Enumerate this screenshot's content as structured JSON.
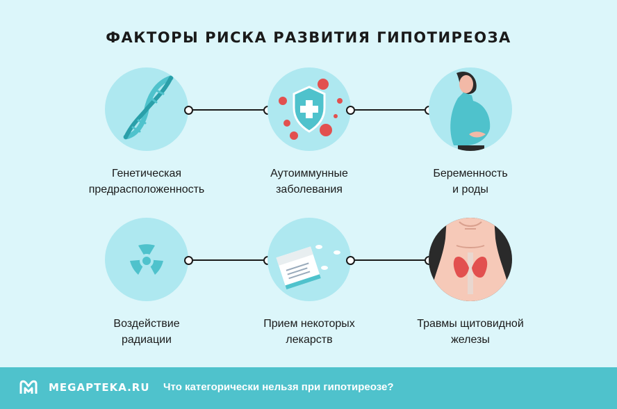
{
  "title": "ФАКТОРЫ РИСКА РАЗВИТИЯ ГИПОТИРЕОЗА",
  "factors": [
    {
      "line1": "Генетическая",
      "line2": "предрасположенность",
      "icon": "dna-icon"
    },
    {
      "line1": "Аутоиммунные",
      "line2": "заболевания",
      "icon": "shield-virus-icon"
    },
    {
      "line1": "Беременность",
      "line2": "и роды",
      "icon": "pregnant-woman-icon"
    },
    {
      "line1": "Воздействие",
      "line2": "радиации",
      "icon": "radiation-icon"
    },
    {
      "line1": "Прием некоторых",
      "line2": "лекарств",
      "icon": "medicine-box-icon"
    },
    {
      "line1": "Травмы щитовидной",
      "line2": "железы",
      "icon": "thyroid-icon"
    }
  ],
  "footer": {
    "brand": "MEGAPTEKA.RU",
    "link": "Что категорически нельзя при гипотиреозе?"
  },
  "colors": {
    "background": "#dcf6fa",
    "circle": "#aee8f0",
    "accent": "#4fc2cc",
    "virus": "#e2504f"
  }
}
